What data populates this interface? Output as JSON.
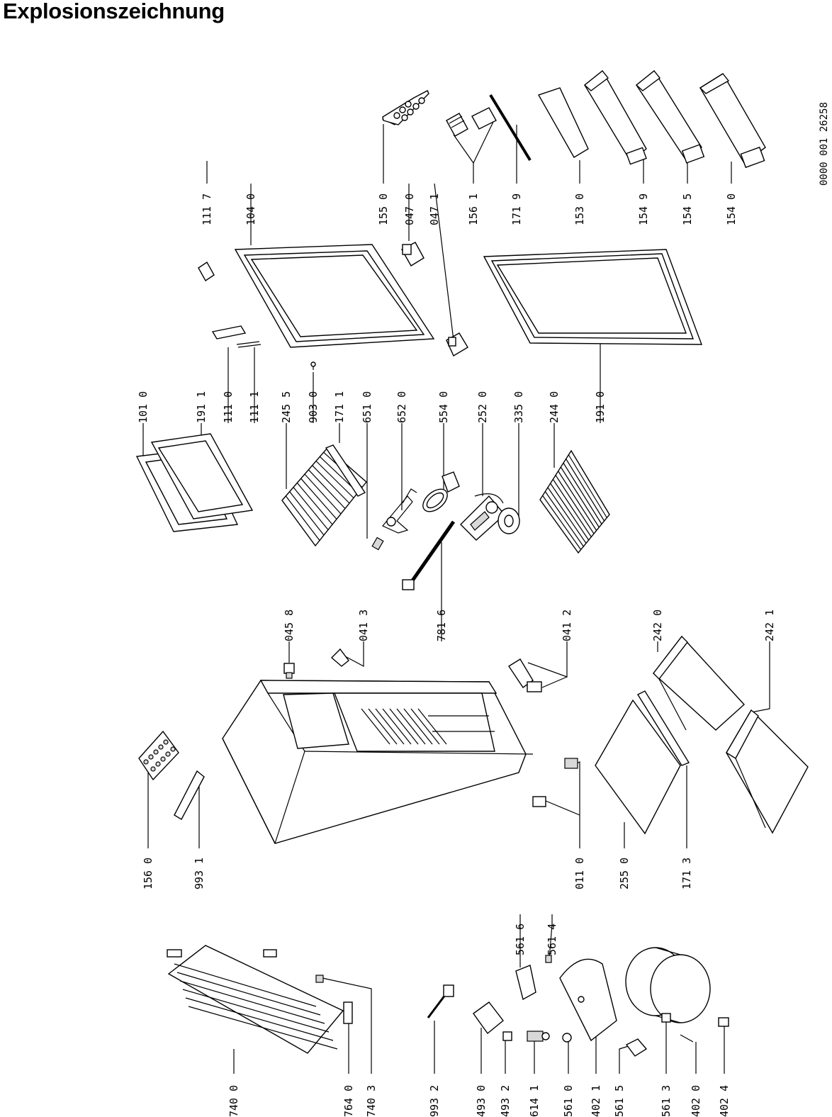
{
  "title": "Explosionszeichnung",
  "document_number": "0000 001 26258",
  "part_labels": [
    {
      "id": "p1117",
      "text": "111 7"
    },
    {
      "id": "p1040",
      "text": "104 0"
    },
    {
      "id": "p1550",
      "text": "155 0"
    },
    {
      "id": "p0470",
      "text": "047 0"
    },
    {
      "id": "p0471",
      "text": "047 1"
    },
    {
      "id": "p1561",
      "text": "156 1"
    },
    {
      "id": "p1719",
      "text": "171 9"
    },
    {
      "id": "p1530",
      "text": "153 0"
    },
    {
      "id": "p1549",
      "text": "154 9"
    },
    {
      "id": "p1545",
      "text": "154 5"
    },
    {
      "id": "p1540",
      "text": "154 0"
    },
    {
      "id": "p1010",
      "text": "101 0"
    },
    {
      "id": "p1911",
      "text": "191 1"
    },
    {
      "id": "p1110",
      "text": "111 0"
    },
    {
      "id": "p1111",
      "text": "111 1"
    },
    {
      "id": "p2455",
      "text": "245 5"
    },
    {
      "id": "p9030",
      "text": "903 0"
    },
    {
      "id": "p1711",
      "text": "171 1"
    },
    {
      "id": "p6510",
      "text": "651 0"
    },
    {
      "id": "p6520",
      "text": "652 0"
    },
    {
      "id": "p5540",
      "text": "554 0"
    },
    {
      "id": "p2520",
      "text": "252 0"
    },
    {
      "id": "p3350",
      "text": "335 0"
    },
    {
      "id": "p2440",
      "text": "244 0"
    },
    {
      "id": "p1910",
      "text": "191 0"
    },
    {
      "id": "p0458",
      "text": "045 8"
    },
    {
      "id": "p0413",
      "text": "041 3"
    },
    {
      "id": "p7816",
      "text": "781 6"
    },
    {
      "id": "p0412",
      "text": "041 2"
    },
    {
      "id": "p2420",
      "text": "242 0"
    },
    {
      "id": "p2421",
      "text": "242 1"
    },
    {
      "id": "p1560",
      "text": "156 0"
    },
    {
      "id": "p9931",
      "text": "993 1"
    },
    {
      "id": "p0110",
      "text": "011 0"
    },
    {
      "id": "p2550",
      "text": "255 0"
    },
    {
      "id": "p1713",
      "text": "171 3"
    },
    {
      "id": "p5616",
      "text": "561 6"
    },
    {
      "id": "p5614",
      "text": "561 4"
    },
    {
      "id": "p7400",
      "text": "740 0"
    },
    {
      "id": "p7640",
      "text": "764 0"
    },
    {
      "id": "p7403",
      "text": "740 3"
    },
    {
      "id": "p9932",
      "text": "993 2"
    },
    {
      "id": "p4930",
      "text": "493 0"
    },
    {
      "id": "p4932",
      "text": "493 2"
    },
    {
      "id": "p6141",
      "text": "614 1"
    },
    {
      "id": "p5610",
      "text": "561 0"
    },
    {
      "id": "p4021",
      "text": "402 1"
    },
    {
      "id": "p5615",
      "text": "561 5"
    },
    {
      "id": "p5613",
      "text": "561 3"
    },
    {
      "id": "p4020",
      "text": "402 0"
    },
    {
      "id": "p4024",
      "text": "402 4"
    }
  ]
}
